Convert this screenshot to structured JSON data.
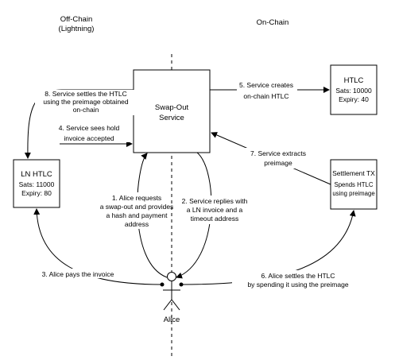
{
  "headers": {
    "offchain_line1": "Off-Chain",
    "offchain_line2": "(Lightning)",
    "onchain": "On-Chain"
  },
  "boxes": {
    "swap_service": {
      "line1": "Swap-Out",
      "line2": "Service"
    },
    "htlc_onchain": {
      "title": "HTLC",
      "sats": "Sats: 10000",
      "expiry": "Expiry: 40"
    },
    "ln_htlc": {
      "title": "LN HTLC",
      "sats": "Sats: 11000",
      "expiry": "Expiry: 80"
    },
    "settlement_tx": {
      "title": "Settlement TX",
      "line2": "Spends HTLC",
      "line3": "using preimage"
    }
  },
  "actor": {
    "label": "Alice"
  },
  "steps": {
    "s1": [
      "1. Alice requests",
      "a swap-out and provides",
      "a hash and payment",
      "address"
    ],
    "s2": [
      "2. Service replies with",
      "a LN invoice and a",
      "timeout address"
    ],
    "s3": [
      "3. Alice pays the invoice"
    ],
    "s4": [
      "4. Service sees hold",
      "invoice accepted"
    ],
    "s5": [
      "5. Service creates",
      "on-chain HTLC"
    ],
    "s6": [
      "6. Alice settles the HTLC",
      "by spending it using the preimage"
    ],
    "s7": [
      "7. Service extracts",
      "preimage"
    ],
    "s8": [
      "8. Service settles the HTLC",
      "using the preimage obtained",
      "on-chain"
    ]
  }
}
